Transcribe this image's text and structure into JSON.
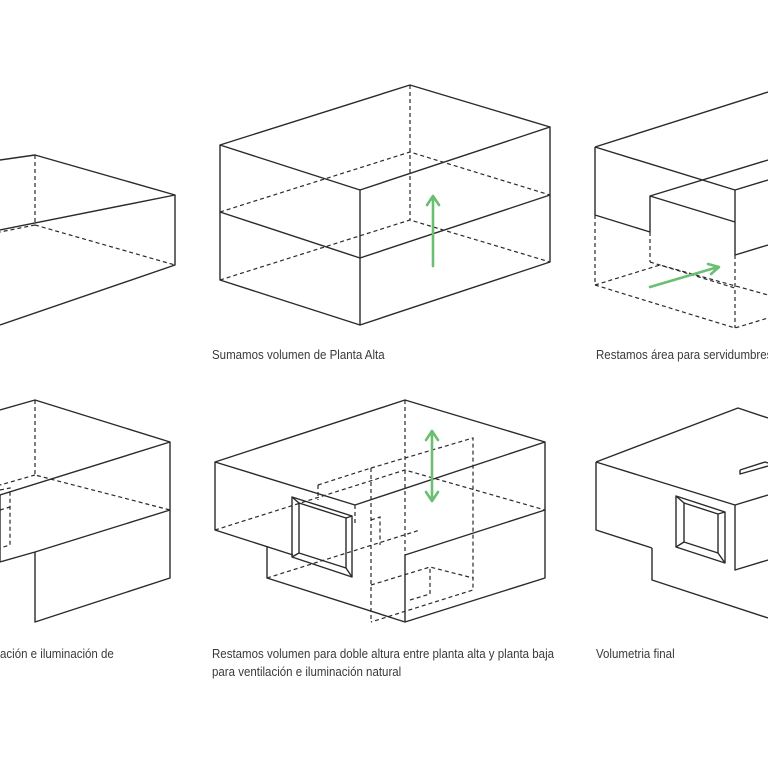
{
  "captions": {
    "step_2": "Sumamos volumen de Planta Alta",
    "step_3": "Restamos área para servidumbres",
    "step_4": "ación e iluminación de",
    "step_5_line_1": "Restamos volumen para doble altura entre planta alta y planta baja",
    "step_5_line_2": "para ventilación e iluminación natural",
    "step_6": "Volumetria final"
  },
  "colors": {
    "line": "#2a2a2a",
    "arrow": "#6bbf73",
    "caption": "#3a3a3a",
    "background": "#ffffff"
  }
}
